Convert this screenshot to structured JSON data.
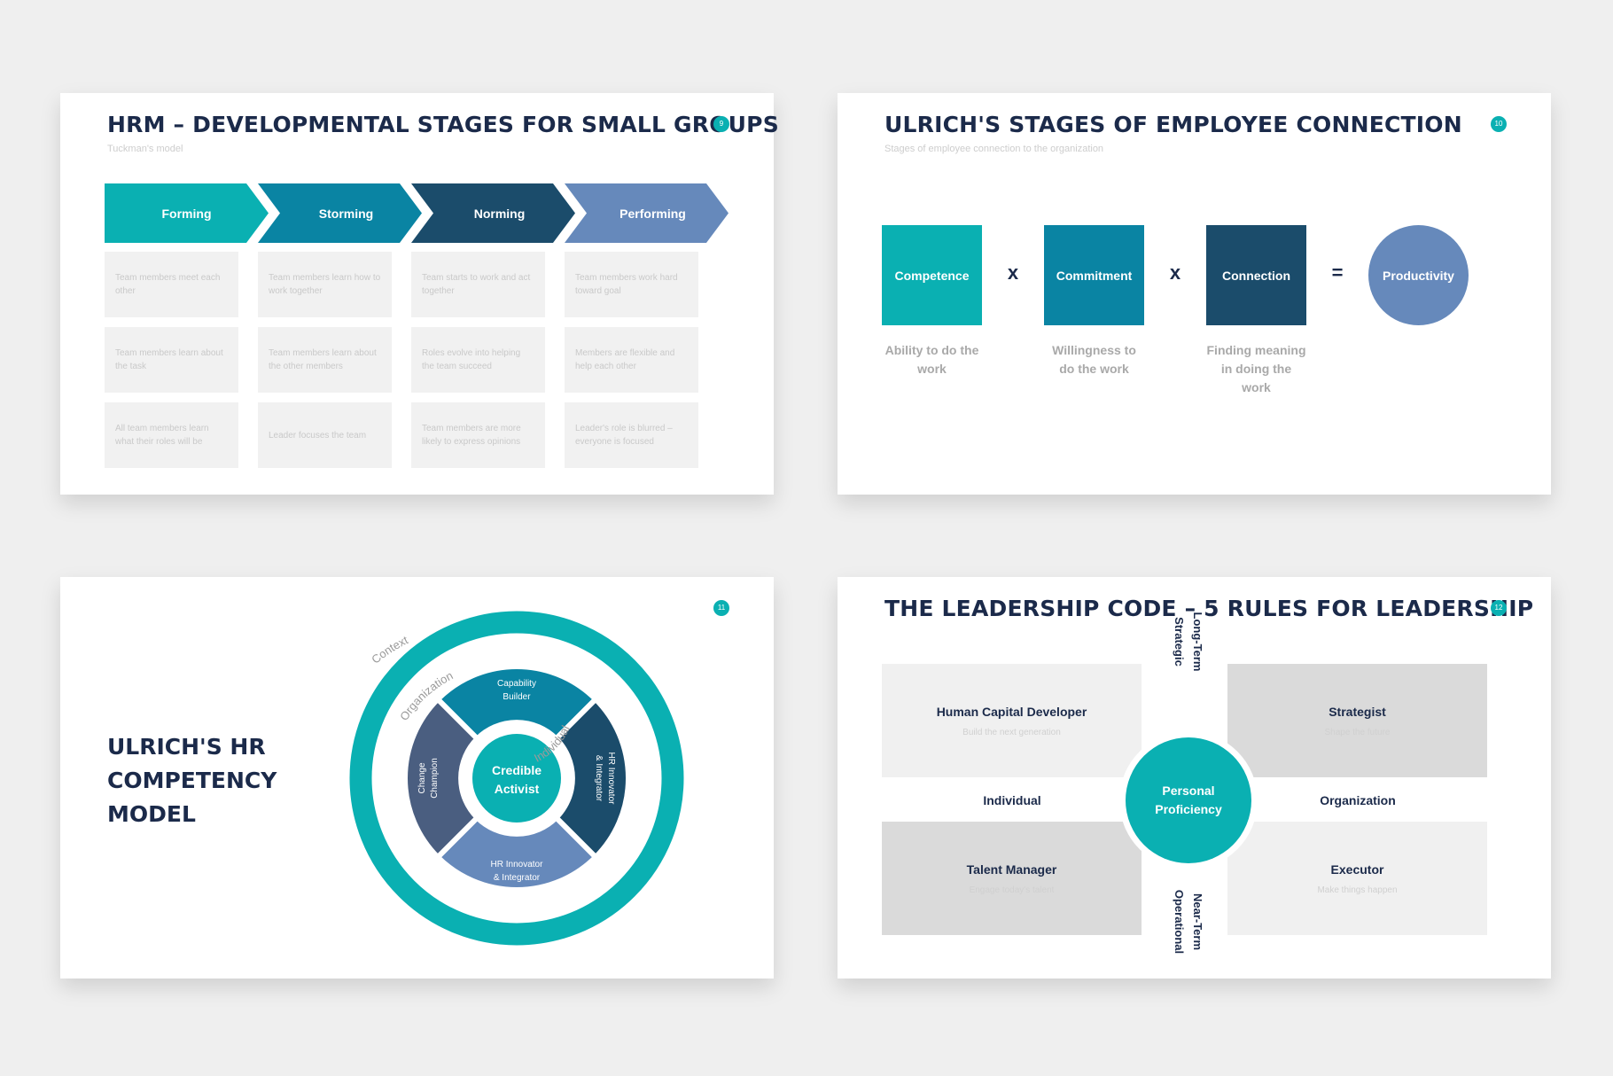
{
  "slide1": {
    "title": "HRM – DEVELOPMENTAL STAGES FOR SMALL GROUPS",
    "subtitle": "Tuckman's model",
    "page": "9",
    "stages": [
      {
        "label": "Forming",
        "color": "#0ab0b2",
        "items": [
          "Team members meet each other",
          "Team members learn about the task",
          "All team members learn what their roles will be"
        ]
      },
      {
        "label": "Storming",
        "color": "#0a84a3",
        "items": [
          "Team members learn how to work together",
          "Team members learn about the other members",
          "Leader focuses the team"
        ]
      },
      {
        "label": "Norming",
        "color": "#1b4c6b",
        "items": [
          "Team starts to work and act together",
          "Roles evolve into helping the team succeed",
          "Team members are more likely to express opinions"
        ]
      },
      {
        "label": "Performing",
        "color": "#6689bb",
        "items": [
          "Team members work hard toward goal",
          "Members are flexible and help each other",
          "Leader's role is blurred – everyone is focused"
        ]
      }
    ]
  },
  "slide2": {
    "title": "ULRICH'S STAGES OF EMPLOYEE CONNECTION",
    "subtitle": "Stages of employee connection to the organization",
    "page": "10",
    "terms": [
      {
        "label": "Competence",
        "caption": "Ability to do the work",
        "color": "#0ab0b2"
      },
      {
        "label": "Commitment",
        "caption": "Willingness  to do the work",
        "color": "#0a84a3"
      },
      {
        "label": "Connection",
        "caption": "Finding meaning in doing the work",
        "color": "#1b4c6b"
      }
    ],
    "result": {
      "label": "Productivity",
      "color": "#6689bb"
    },
    "operators": [
      "x",
      "x",
      "="
    ]
  },
  "slide3": {
    "title_lines": [
      "ULRICH'S HR",
      "COMPETENCY",
      "MODEL"
    ],
    "page": "11",
    "ring_labels": {
      "outer": "Context",
      "middle": "Organization",
      "inner": "Individual"
    },
    "segments": {
      "top": [
        "Capability",
        "Builder"
      ],
      "right": [
        "HR Innovator",
        "& Integrator"
      ],
      "bottom": [
        "HR Innovator",
        "& Integrator"
      ],
      "left": [
        "Change",
        "Champion"
      ]
    },
    "center": [
      "Credible",
      "Activist"
    ],
    "colors": {
      "ring": "#0ab0b2",
      "top": "#0a84a3",
      "right": "#1b4c6b",
      "bottom": "#6689bb",
      "left": "#4a5e80",
      "center": "#0ab0b2"
    }
  },
  "slide4": {
    "title": "THE LEADERSHIP CODE – 5 RULES FOR LEADERSHIP",
    "page": "12",
    "quadrants": [
      {
        "title": "Human Capital Developer",
        "sub": "Build the next generation",
        "bg": "#f0f0f0"
      },
      {
        "title": "Strategist",
        "sub": "Shape the future",
        "bg": "#dadada"
      },
      {
        "title": "Talent Manager",
        "sub": "Engage today's talent",
        "bg": "#dadada"
      },
      {
        "title": "Executor",
        "sub": "Make things happen",
        "bg": "#f0f0f0"
      }
    ],
    "axis": {
      "left": "Individual",
      "right": "Organization",
      "top": [
        "Long-Term",
        "Strategic"
      ],
      "bottom": [
        "Near-Term",
        "Operational"
      ]
    },
    "center": "Personal Proficiency"
  }
}
